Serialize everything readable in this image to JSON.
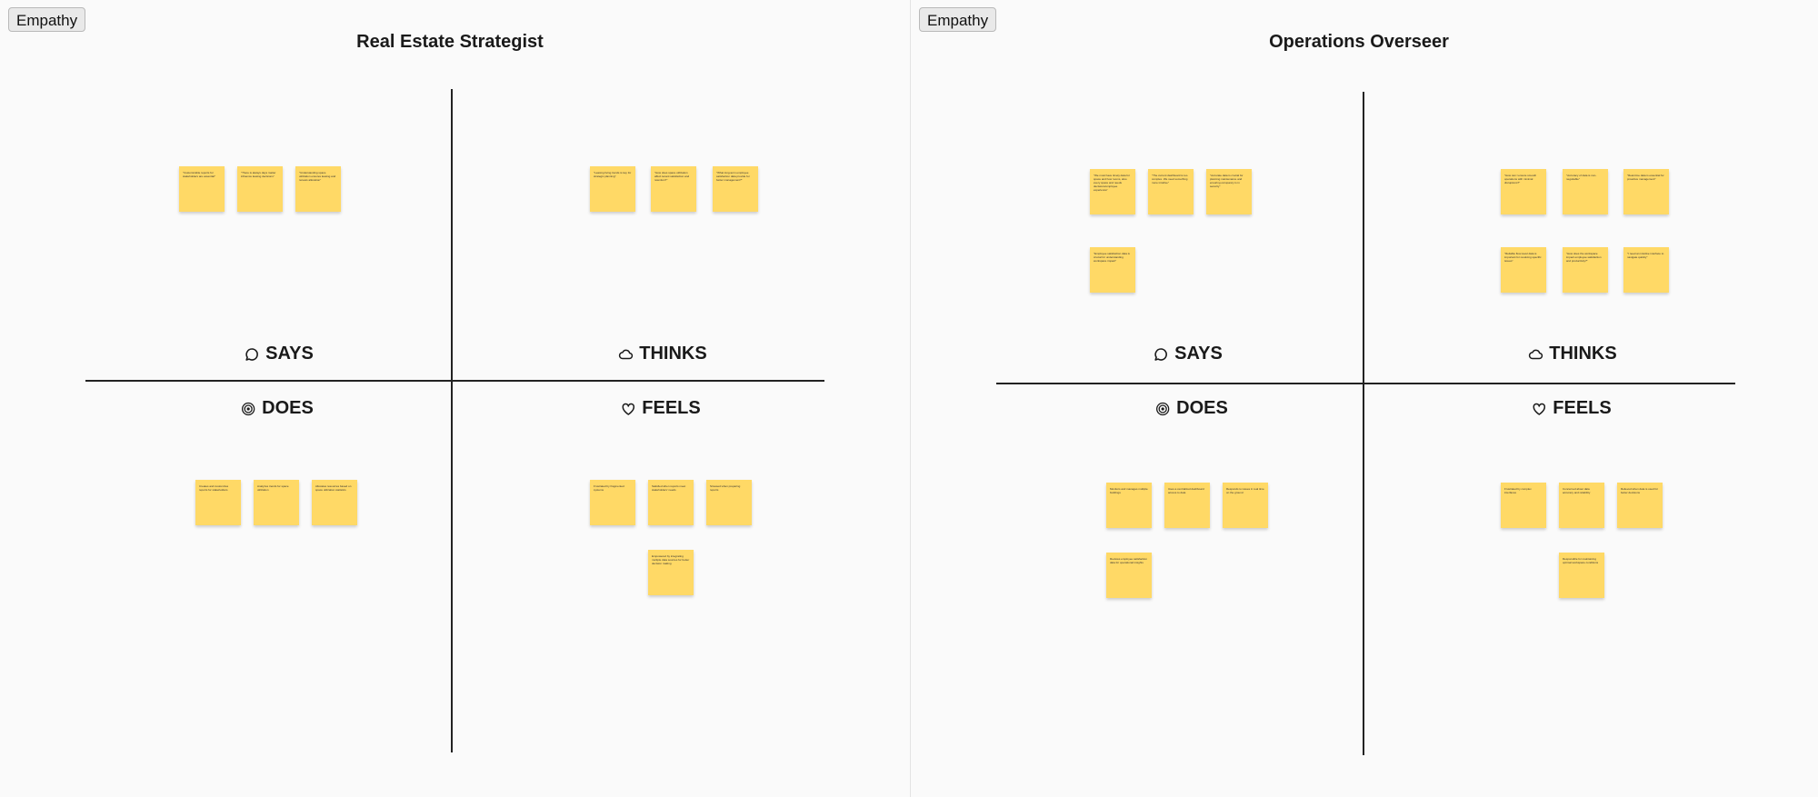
{
  "boards": [
    {
      "button_label": "Empathy",
      "title": "Real Estate Strategist",
      "quadrants": {
        "says": "SAYS",
        "thinks": "THINKS",
        "does": "DOES",
        "feels": "FEELS"
      },
      "notes": {
        "says": [
          "\"Customizable reports for stakeholders are essential\"",
          "\"There is always days matter influence leasing decisions\"",
          "\"Understanding space utilization ensures leasing and renews allocation\""
        ],
        "thinks": [
          "\"Leasing living trends is key for strategic planning\"",
          "\"How does space utilization affect tenant satisfaction and retention?\"",
          "\"What long-term employee satisfaction data provide for better management?\""
        ],
        "does": [
          "Creates and customizes reports for stakeholders",
          "Analyzes trends for space utilization",
          "Allocates resources based on space utilization statistics"
        ],
        "feels": [
          "Frustrated by fragmented systems",
          "Satisfied when reports meet stakeholders' needs",
          "Stressed when preparing reports",
          "Empowered by integrating multiple data sources for better decision making"
        ]
      }
    },
    {
      "button_label": "Empathy",
      "title": "Operations Overseer",
      "quadrants": {
        "says": "SAYS",
        "thinks": "THINKS",
        "does": "DOES",
        "feels": "FEELS"
      },
      "notes": {
        "says": [
          "\"We must have timely data for space and how rooms, also every space and needs decisions/employee experience\"",
          "\"The current dashboard is too complex. We need something more intuitive\"",
          "\"Accurate data is crucial for planning maintenance and ensuring occupancy is in security\"",
          "\"Employee satisfaction data is crucial for understanding workspace impact\""
        ],
        "thinks": [
          "\"How can I ensure smooth operations with minimal disruptions?\"",
          "\"Accuracy of data is non-negotiable\"",
          "\"Real-time data is essential for proactive management\"",
          "\"Reliable floor-level data is important for resolving specific issues\"",
          "\"How does the workspace impact employee satisfaction and productivity?\"",
          "\"I need an intuitive interface to navigate quickly\""
        ],
        "does": [
          "Monitors and manages multiple buildings",
          "Uses a centralized dashboard access to data",
          "Responds to issues in real time on the ground",
          "Reviews employee satisfaction data for operational insights"
        ],
        "feels": [
          "Frustrated by complex interfaces",
          "Concerned about data accuracy and reliability",
          "Relieved when data is used for better decisions",
          "Responsible for maintaining optimal workspace conditions"
        ]
      }
    }
  ],
  "colors": {
    "sticky": "#ffd966",
    "line": "#222222"
  },
  "icons": {
    "says": "speech-bubble-icon",
    "thinks": "cloud-icon",
    "does": "target-icon",
    "feels": "heart-icon"
  }
}
